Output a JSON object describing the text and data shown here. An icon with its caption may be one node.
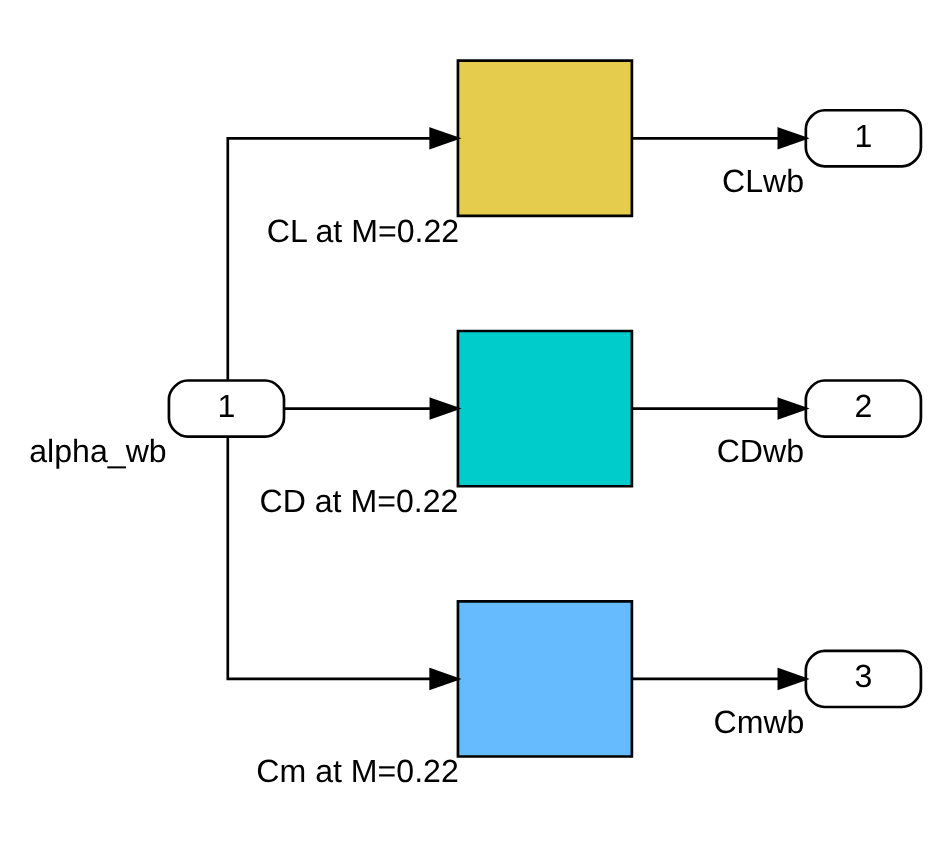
{
  "diagram": {
    "nodes": [
      {
        "text": [
          "1"
        ],
        "beside": [
          "alpha_wb"
        ]
      },
      {
        "text": [],
        "shape": "box",
        "beside": [
          "CL at M=0.22"
        ]
      },
      {
        "text": [],
        "shape": "box",
        "beside": [
          "CD at M=0.22"
        ]
      },
      {
        "text": [],
        "shape": "box",
        "beside": [
          "Cm at M=0.22"
        ]
      },
      {
        "text": [
          "1"
        ],
        "beside": [
          "CLwb"
        ]
      },
      {
        "text": [
          "2"
        ],
        "beside": [
          "CDwb"
        ]
      },
      {
        "text": [
          "3"
        ],
        "beside": [
          "Cmwb"
        ]
      }
    ],
    "edges": [
      {
        "from": 0,
        "to": 1,
        "arrow": "to"
      },
      {
        "from": 0,
        "to": 2,
        "arrow": "to"
      },
      {
        "from": 0,
        "to": 3,
        "arrow": "to"
      },
      {
        "from": 1,
        "to": 4,
        "arrow": "to"
      },
      {
        "from": 2,
        "to": 5,
        "arrow": "to"
      },
      {
        "from": 3,
        "to": 6,
        "arrow": "to"
      }
    ]
  }
}
